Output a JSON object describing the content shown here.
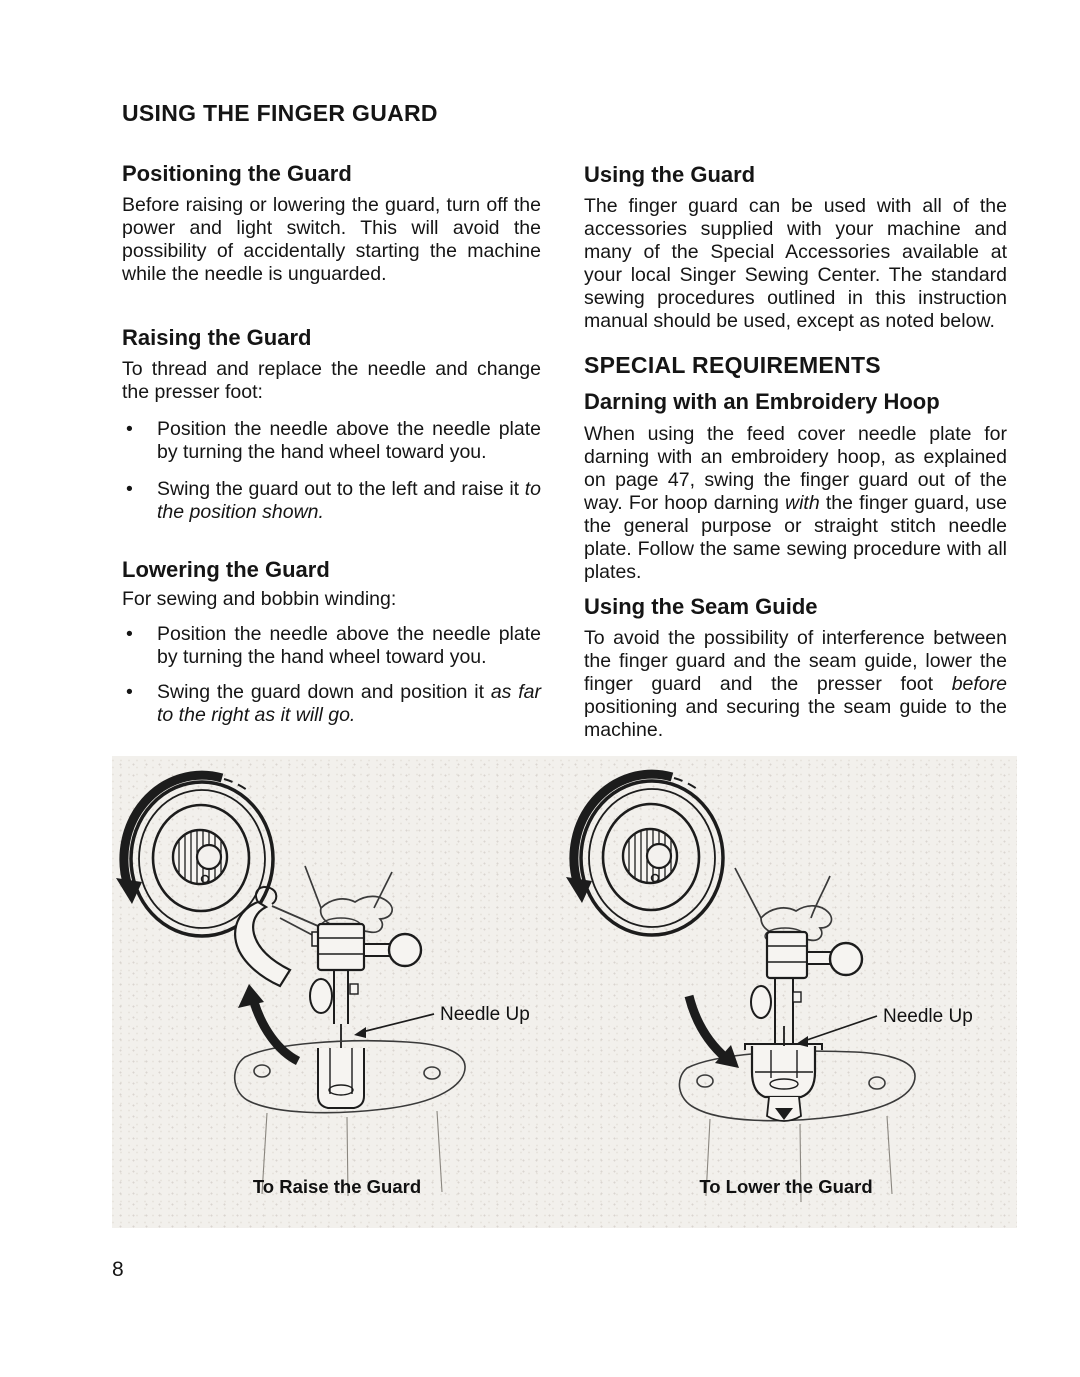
{
  "page": {
    "number": "8"
  },
  "glyphs": {
    "bullet": "•"
  },
  "left_column": {
    "main_heading": "USING THE FINGER GUARD",
    "positioning": {
      "heading": "Positioning the Guard",
      "body": "Before raising or lowering the guard, turn off the power and light switch. This will avoid the possibility of accidentally starting the machine while the needle is unguarded."
    },
    "raising": {
      "heading": "Raising the Guard",
      "intro": "To thread and replace the needle and change the presser foot:",
      "bullet1": "Position the needle above the needle plate by turning the hand wheel toward you.",
      "bullet2_normal": "Swing the guard out to the left and raise it ",
      "bullet2_italic": "to the position shown."
    },
    "lowering": {
      "heading": "Lowering the Guard",
      "intro": "For sewing and bobbin winding:",
      "bullet1": "Position the needle above the needle plate by turning the hand wheel toward you.",
      "bullet2_normal": "Swing the guard down and position it ",
      "bullet2_italic": "as far to the right as it will go."
    }
  },
  "right_column": {
    "using": {
      "heading": "Using the Guard",
      "body": "The finger guard can be used with all of the accessories supplied with your machine and many of the Special Accessories available at your local Singer Sewing Center. The standard sewing procedures outlined in this instruction manual should be used, except as noted below."
    },
    "special_heading": "SPECIAL REQUIREMENTS",
    "darning": {
      "heading": "Darning with an Embroidery Hoop",
      "body_pre": "When using the feed cover needle plate for darning with an embroidery hoop, as explained on page 47, swing the finger guard out of the way. For hoop darning ",
      "body_italic": "with",
      "body_post": " the finger guard, use the general purpose or straight stitch needle plate. Follow the same sewing procedure with all plates."
    },
    "seam": {
      "heading": "Using the Seam Guide",
      "body_pre": "To avoid the possibility of interference between the finger guard and the seam guide, lower the finger guard and the presser foot ",
      "body_italic": "before",
      "body_post": " positioning and securing the seam guide to the machine."
    }
  },
  "figures": {
    "raise": {
      "label": "Needle Up",
      "caption": "To Raise the Guard"
    },
    "lower": {
      "label": "Needle Up",
      "caption": "To Lower the Guard"
    }
  }
}
